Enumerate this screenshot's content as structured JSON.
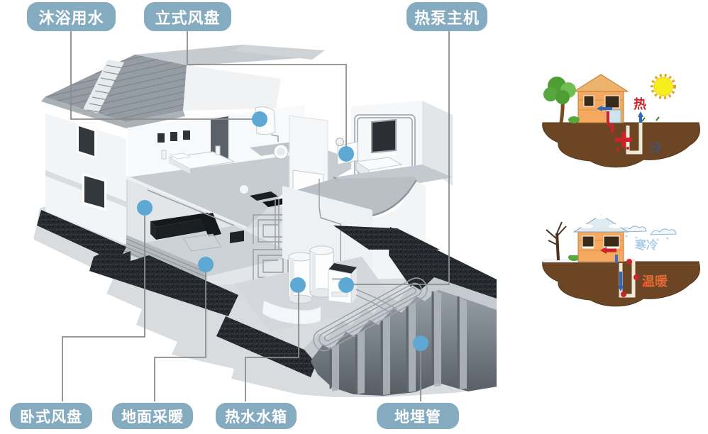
{
  "callouts": {
    "top": [
      {
        "label": "沐浴用水"
      },
      {
        "label": "立式风盘"
      },
      {
        "label": "热泵主机"
      }
    ],
    "bottom": [
      {
        "label": "卧式风盘"
      },
      {
        "label": "地面采暖"
      },
      {
        "label": "热水水箱"
      },
      {
        "label": "地埋管"
      }
    ]
  },
  "side_diagrams": {
    "summer": {
      "air_label": "热",
      "ground_label": "冷"
    },
    "winter": {
      "air_label": "寒冷",
      "ground_label": "温暖"
    }
  },
  "colors": {
    "label_bg": "#85abc1",
    "label_text": "#ffffff",
    "marker_dot": "#5ea9d4",
    "callout_line": "#8c8c8c",
    "summer_hot_text": "#cc2228",
    "summer_cold_text": "#4a5070",
    "winter_cold_text": "#a9cce8",
    "winter_warm_text": "#e06a35",
    "ground_brown": "#6b4524",
    "house_orange": "#f4a95e",
    "sun_yellow": "#f7ee1e"
  }
}
